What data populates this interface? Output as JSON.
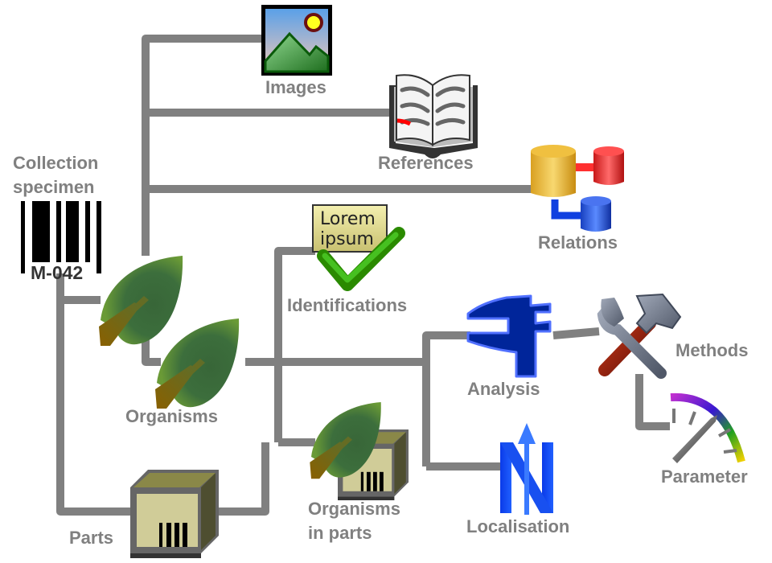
{
  "diagram": {
    "connector_color": "#808080",
    "label_color": "#808080",
    "nodes": {
      "collection_specimen": {
        "label_line1": "Collection",
        "label_line2": "specimen",
        "barcode_text": "M-042"
      },
      "images": {
        "label": "Images"
      },
      "references": {
        "label": "References"
      },
      "relations": {
        "label": "Relations"
      },
      "identifications": {
        "label": "Identifications",
        "icon_text_line1": "Lorem",
        "icon_text_line2": "ipsum"
      },
      "organisms": {
        "label": "Organisms"
      },
      "analysis": {
        "label": "Analysis"
      },
      "methods": {
        "label": "Methods"
      },
      "parameter": {
        "label": "Parameter"
      },
      "localisation": {
        "label": "Localisation"
      },
      "organisms_in_parts": {
        "label_line1": "Organisms",
        "label_line2": "in parts"
      },
      "parts": {
        "label": "Parts"
      }
    },
    "edges": [
      [
        "collection_specimen",
        "organisms"
      ],
      [
        "collection_specimen",
        "parts"
      ],
      [
        "organisms",
        "images"
      ],
      [
        "organisms",
        "references"
      ],
      [
        "organisms",
        "relations"
      ],
      [
        "organisms",
        "identifications"
      ],
      [
        "organisms",
        "analysis"
      ],
      [
        "organisms",
        "localisation"
      ],
      [
        "organisms",
        "organisms_in_parts"
      ],
      [
        "parts",
        "organisms_in_parts"
      ],
      [
        "analysis",
        "methods"
      ],
      [
        "methods",
        "parameter"
      ]
    ]
  }
}
